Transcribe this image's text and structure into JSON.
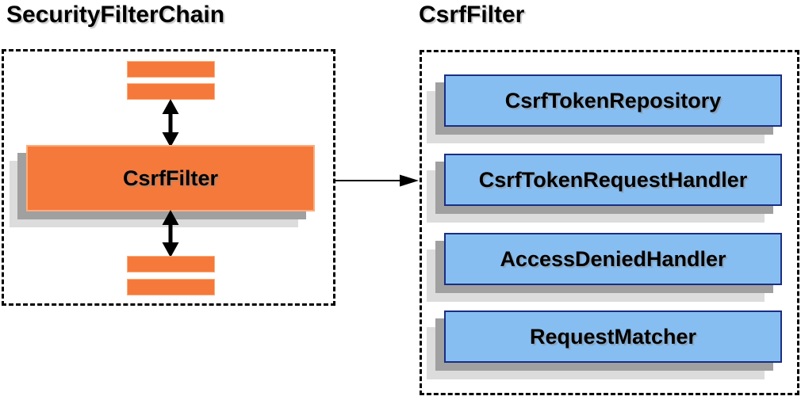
{
  "left_panel": {
    "title": "SecurityFilterChain",
    "filter_label": "CsrfFilter"
  },
  "right_panel": {
    "title": "CsrfFilter",
    "components": [
      {
        "label": "CsrfTokenRepository"
      },
      {
        "label": "CsrfTokenRequestHandler"
      },
      {
        "label": "AccessDeniedHandler"
      },
      {
        "label": "RequestMatcher"
      }
    ]
  },
  "icons": {
    "vertical_arrows": "bidirectional-arrow-icon",
    "flow_arrow": "right-arrow-icon"
  },
  "colors": {
    "orange_fill": "#F5793B",
    "orange_border": "#FBAD7E",
    "blue_fill": "#87BEF2",
    "blue_border": "#1B2E83",
    "shadow_dark": "#A0A0A0",
    "shadow_light": "#DCDCDC",
    "arrow": "#000000",
    "text": "#000000"
  }
}
